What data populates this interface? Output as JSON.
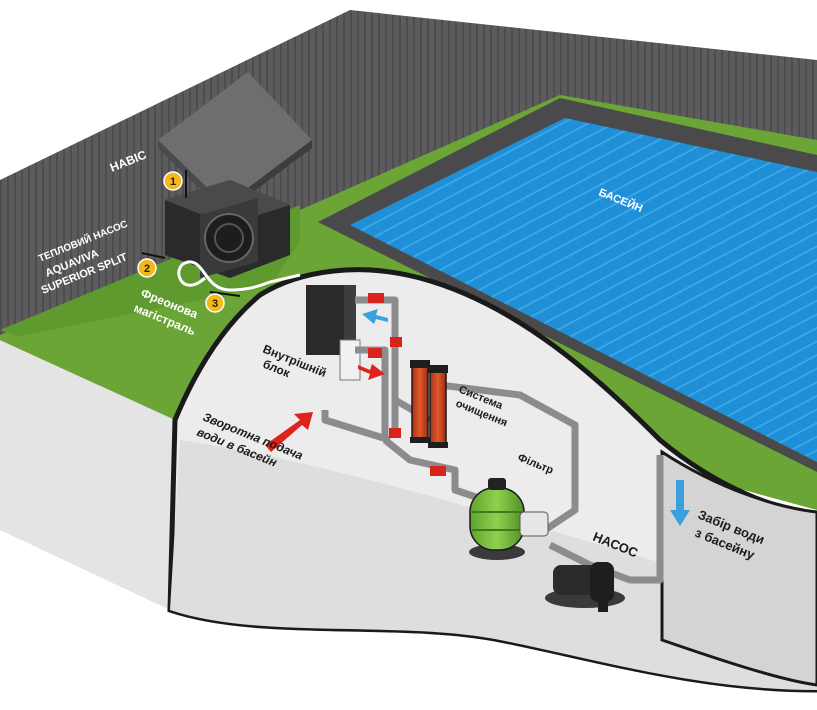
{
  "labels": {
    "canopy": "НАВІС",
    "heat_pump_line1": "ТЕПЛОВИЙ НАСОС",
    "heat_pump_line2": "AQUAVIVA",
    "heat_pump_line3": "SUPERIOR SPLIT",
    "freon_line1": "Фреонова",
    "freon_line2": "магістраль",
    "pool": "БАСЕЙН",
    "indoor_line1": "Внутрішній",
    "indoor_line2": "блок",
    "cleaning_line1": "Система",
    "cleaning_line2": "очищення",
    "filter": "Фільтр",
    "pump": "НАСОС",
    "return_line1": "Зворотна подача",
    "return_line2": "води в басейн",
    "intake_line1": "Забір води",
    "intake_line2": "з басейну"
  },
  "badges": [
    "1",
    "2",
    "3"
  ],
  "colors": {
    "grass": "#6aa535",
    "wall": "#58585a",
    "pool_water": "#1e8fd6",
    "pool_edge": "#4a4a4c",
    "pipe": "#8c8c8e",
    "hot_arrow": "#e0221c",
    "cold_arrow": "#3aa0de",
    "filter_tank": "#7cc242",
    "badge": "#f4b81c",
    "room_floor": "#e9e9e9"
  }
}
